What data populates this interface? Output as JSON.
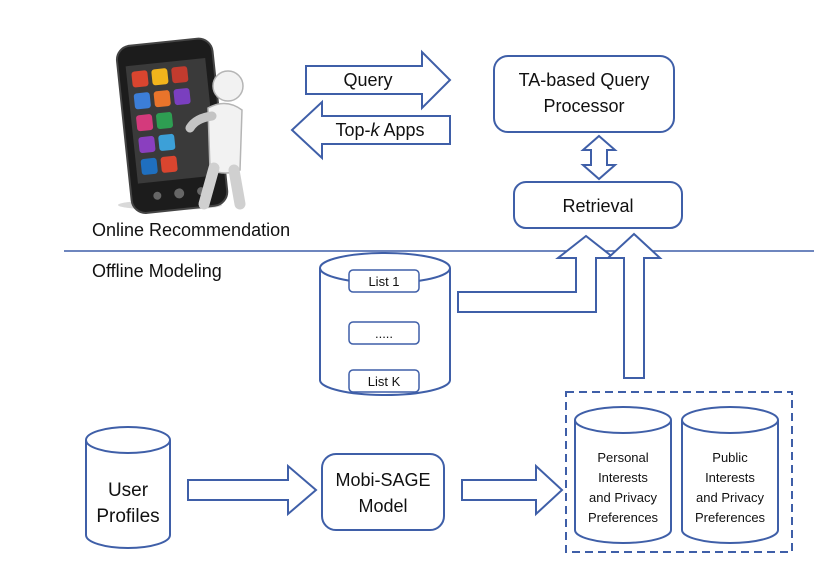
{
  "colors": {
    "stroke": "#3f5fa8",
    "text": "#111111",
    "background": "#ffffff"
  },
  "phone_illustration": {
    "icon": "smartphone-with-3d-figure-icon"
  },
  "sections": {
    "online": "Online Recommendation",
    "offline": "Offline Modeling"
  },
  "arrows": {
    "query": "Query",
    "top_k_prefix": "Top-",
    "top_k_k": "k",
    "top_k_suffix": " Apps"
  },
  "boxes": {
    "query_processor_line1": "TA-based Query",
    "query_processor_line2": "Processor",
    "retrieval": "Retrieval",
    "model_line1": "Mobi-SAGE",
    "model_line2": "Model"
  },
  "lists": {
    "list1": "List 1",
    "ellipsis": ".....",
    "listk": "List K"
  },
  "cylinders": {
    "user_profiles_line1": "User",
    "user_profiles_line2": "Profiles",
    "personal_line1": "Personal",
    "personal_line2": "Interests",
    "personal_line3": "and Privacy",
    "personal_line4": "Preferences",
    "public_line1": "Public",
    "public_line2": "Interests",
    "public_line3": "and Privacy",
    "public_line4": "Preferences"
  }
}
